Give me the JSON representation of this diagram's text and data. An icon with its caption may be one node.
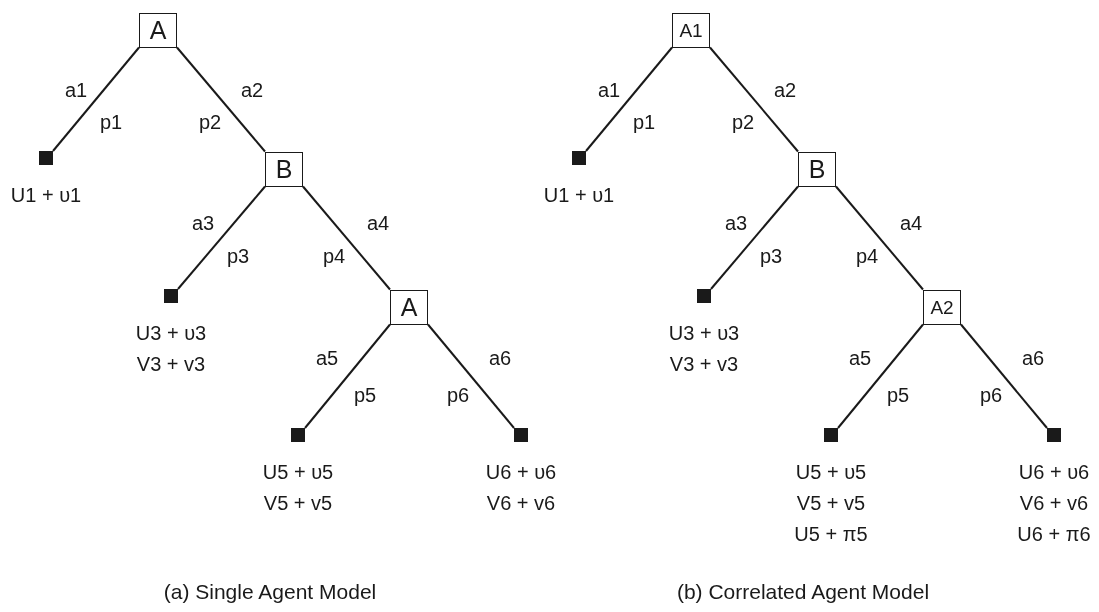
{
  "diagram": {
    "nodes": [
      {
        "text": [
          "A"
        ]
      },
      {
        "text": [],
        "shape": "box",
        "beside": [
          "U1 + υ1"
        ]
      },
      {
        "text": [
          "B"
        ]
      },
      {
        "text": [],
        "shape": "box",
        "beside": [
          "U3 + υ3",
          "V3 + v3"
        ]
      },
      {
        "text": [
          "A"
        ]
      },
      {
        "text": [],
        "shape": "box",
        "beside": [
          "U5 + υ5",
          "V5 + v5"
        ]
      },
      {
        "text": [],
        "shape": "box",
        "beside": [
          "U6 + υ6",
          "V6 + v6"
        ]
      },
      {
        "text": [
          "A1"
        ]
      },
      {
        "text": [],
        "shape": "box",
        "beside": [
          "U1 + υ1"
        ]
      },
      {
        "text": [
          "B"
        ]
      },
      {
        "text": [],
        "shape": "box",
        "beside": [
          "U3 + υ3",
          "V3 + v3"
        ]
      },
      {
        "text": [
          "A2"
        ]
      },
      {
        "text": [],
        "shape": "box",
        "beside": [
          "U5 + υ5",
          "V5 + v5",
          "U5 + π5"
        ]
      },
      {
        "text": [],
        "shape": "box",
        "beside": [
          "U6 + υ6",
          "V6 + v6",
          "U6 + π6"
        ]
      }
    ],
    "edges": [
      {
        "from": 0,
        "to": 1,
        "arrow": "none",
        "label": "a1"
      },
      {
        "from": 0,
        "to": 2,
        "arrow": "none",
        "label": "a2"
      },
      {
        "from": 2,
        "to": 3,
        "arrow": "none",
        "label": "a3"
      },
      {
        "from": 2,
        "to": 4,
        "arrow": "none",
        "label": "a4"
      },
      {
        "from": 4,
        "to": 5,
        "arrow": "none",
        "label": "a5"
      },
      {
        "from": 4,
        "to": 6,
        "arrow": "none",
        "label": "a6"
      },
      {
        "from": 7,
        "to": 8,
        "arrow": "none",
        "label": "a1"
      },
      {
        "from": 7,
        "to": 9,
        "arrow": "none",
        "label": "a2"
      },
      {
        "from": 9,
        "to": 10,
        "arrow": "none",
        "label": "a3"
      },
      {
        "from": 9,
        "to": 11,
        "arrow": "none",
        "label": "a4"
      },
      {
        "from": 11,
        "to": 12,
        "arrow": "none",
        "label": "a5"
      },
      {
        "from": 11,
        "to": 13,
        "arrow": "none",
        "label": "a6"
      }
    ],
    "labels": [
      "p1",
      "p2",
      "p3",
      "p4",
      "p5",
      "p6",
      "(a) Single Agent Model",
      "p1",
      "p2",
      "p3",
      "p4",
      "p5",
      "p6",
      "(b) Correlated Agent Model"
    ]
  }
}
